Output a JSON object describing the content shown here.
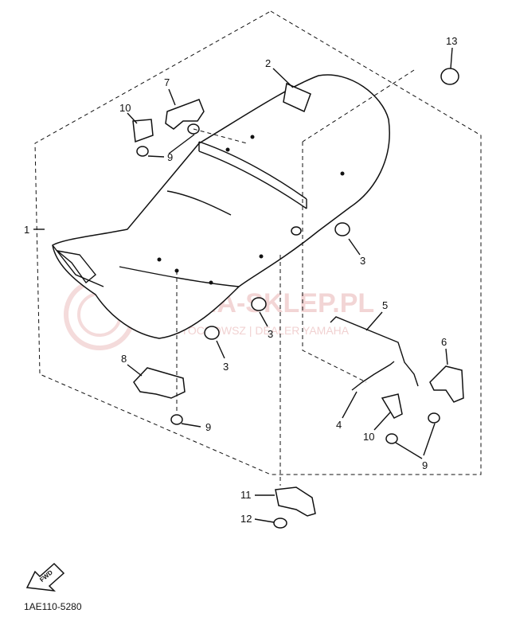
{
  "diagram": {
    "code": "1AE110-5280",
    "fwd_label": "FWD",
    "watermark": {
      "text": "YAMA-SKLEP.PL",
      "subtext": "MOTOCHOWSZ | DEALER YAMAHA"
    },
    "callouts": [
      {
        "id": "1",
        "text": "1"
      },
      {
        "id": "2",
        "text": "2"
      },
      {
        "id": "3a",
        "text": "3"
      },
      {
        "id": "3b",
        "text": "3"
      },
      {
        "id": "3c",
        "text": "3"
      },
      {
        "id": "4",
        "text": "4"
      },
      {
        "id": "5",
        "text": "5"
      },
      {
        "id": "6",
        "text": "6"
      },
      {
        "id": "7",
        "text": "7"
      },
      {
        "id": "8",
        "text": "8"
      },
      {
        "id": "9a",
        "text": "9"
      },
      {
        "id": "9b",
        "text": "9"
      },
      {
        "id": "9c",
        "text": "9"
      },
      {
        "id": "10a",
        "text": "10"
      },
      {
        "id": "10b",
        "text": "10"
      },
      {
        "id": "11",
        "text": "11"
      },
      {
        "id": "12",
        "text": "12"
      },
      {
        "id": "13",
        "text": "13"
      }
    ]
  }
}
